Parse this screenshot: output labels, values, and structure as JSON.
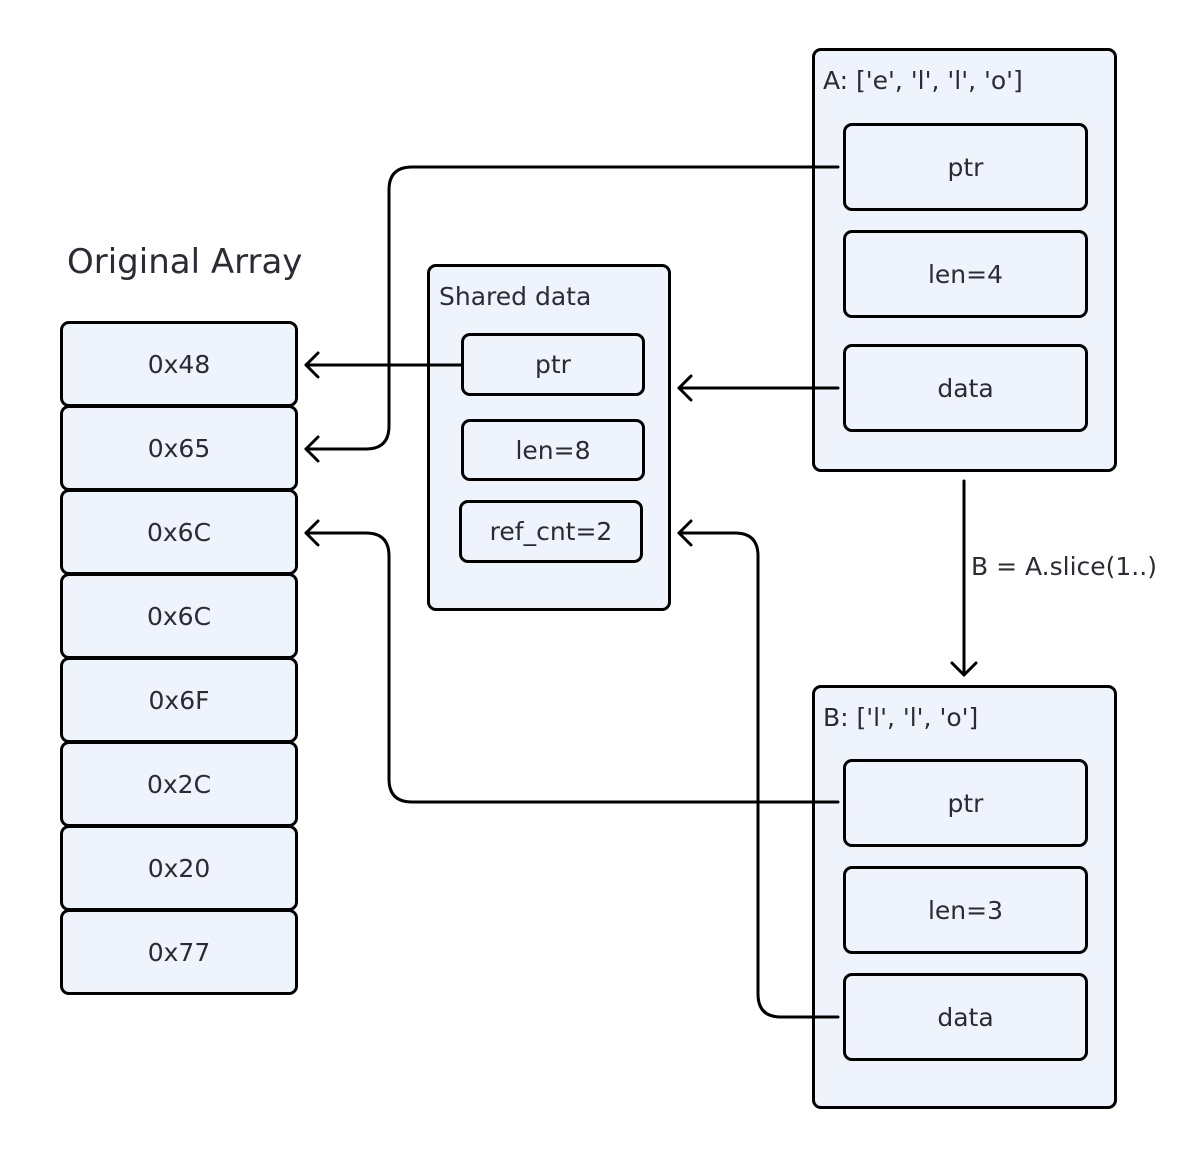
{
  "original_array": {
    "title": "Original Array",
    "cells": [
      "0x48",
      "0x65",
      "0x6C",
      "0x6C",
      "0x6F",
      "0x2C",
      "0x20",
      "0x77"
    ]
  },
  "shared_data": {
    "label": "Shared data",
    "fields": [
      "ptr",
      "len=8",
      "ref_cnt=2"
    ]
  },
  "struct_a": {
    "label": "A: ['e', 'l', 'l', 'o']",
    "fields": [
      "ptr",
      "len=4",
      "data"
    ]
  },
  "struct_b": {
    "label": "B: ['l', 'l', 'o']",
    "fields": [
      "ptr",
      "len=3",
      "data"
    ]
  },
  "edges": {
    "slice_label": "B = A.slice(1..)"
  },
  "colors": {
    "box_fill": "#eff3fc",
    "stroke": "#000000",
    "text": "#2b2b35"
  }
}
